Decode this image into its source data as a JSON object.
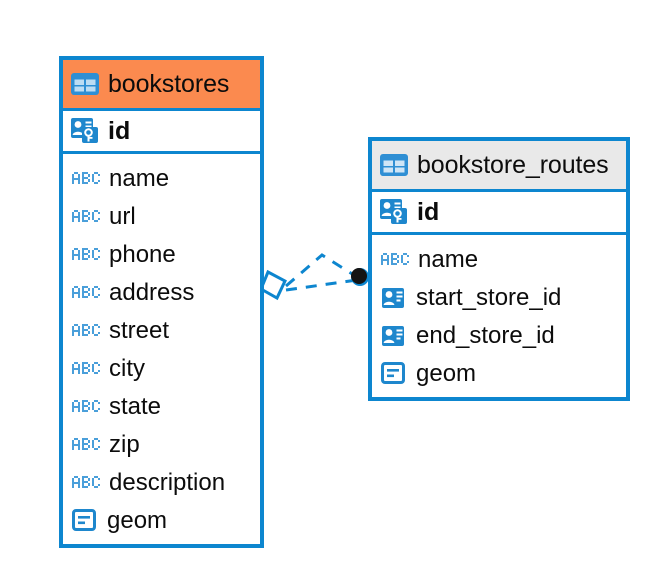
{
  "diagram": {
    "type": "entity-relationship-diagram",
    "background_color": "#ffffff",
    "accent_color": "#0d86cf",
    "highlight_color": "#fb8a4f",
    "header_grey": "#e9e9e9",
    "entities": [
      {
        "name": "bookstores",
        "header_style": "orange",
        "table_icon": "table-icon",
        "primary_key": {
          "label": "id",
          "icon": "primary-key-icon"
        },
        "fields": [
          {
            "label": "name",
            "icon": "abc-text-icon"
          },
          {
            "label": "url",
            "icon": "abc-text-icon"
          },
          {
            "label": "phone",
            "icon": "abc-text-icon"
          },
          {
            "label": "address",
            "icon": "abc-text-icon"
          },
          {
            "label": "street",
            "icon": "abc-text-icon"
          },
          {
            "label": "city",
            "icon": "abc-text-icon"
          },
          {
            "label": "state",
            "icon": "abc-text-icon"
          },
          {
            "label": "zip",
            "icon": "abc-text-icon"
          },
          {
            "label": "description",
            "icon": "abc-text-icon"
          },
          {
            "label": "geom",
            "icon": "geometry-icon"
          }
        ]
      },
      {
        "name": "bookstore_routes",
        "header_style": "grey",
        "table_icon": "table-icon",
        "primary_key": {
          "label": "id",
          "icon": "primary-key-icon"
        },
        "fields": [
          {
            "label": "name",
            "icon": "abc-text-icon"
          },
          {
            "label": "start_store_id",
            "icon": "foreign-key-icon"
          },
          {
            "label": "end_store_id",
            "icon": "foreign-key-icon"
          },
          {
            "label": "geom",
            "icon": "geometry-icon"
          }
        ]
      }
    ],
    "relationship": {
      "style": "dashed",
      "color": "#0d86cf",
      "source_marker": "diamond",
      "target_marker": "filled-circle",
      "target_marker_color": "#111111"
    }
  }
}
